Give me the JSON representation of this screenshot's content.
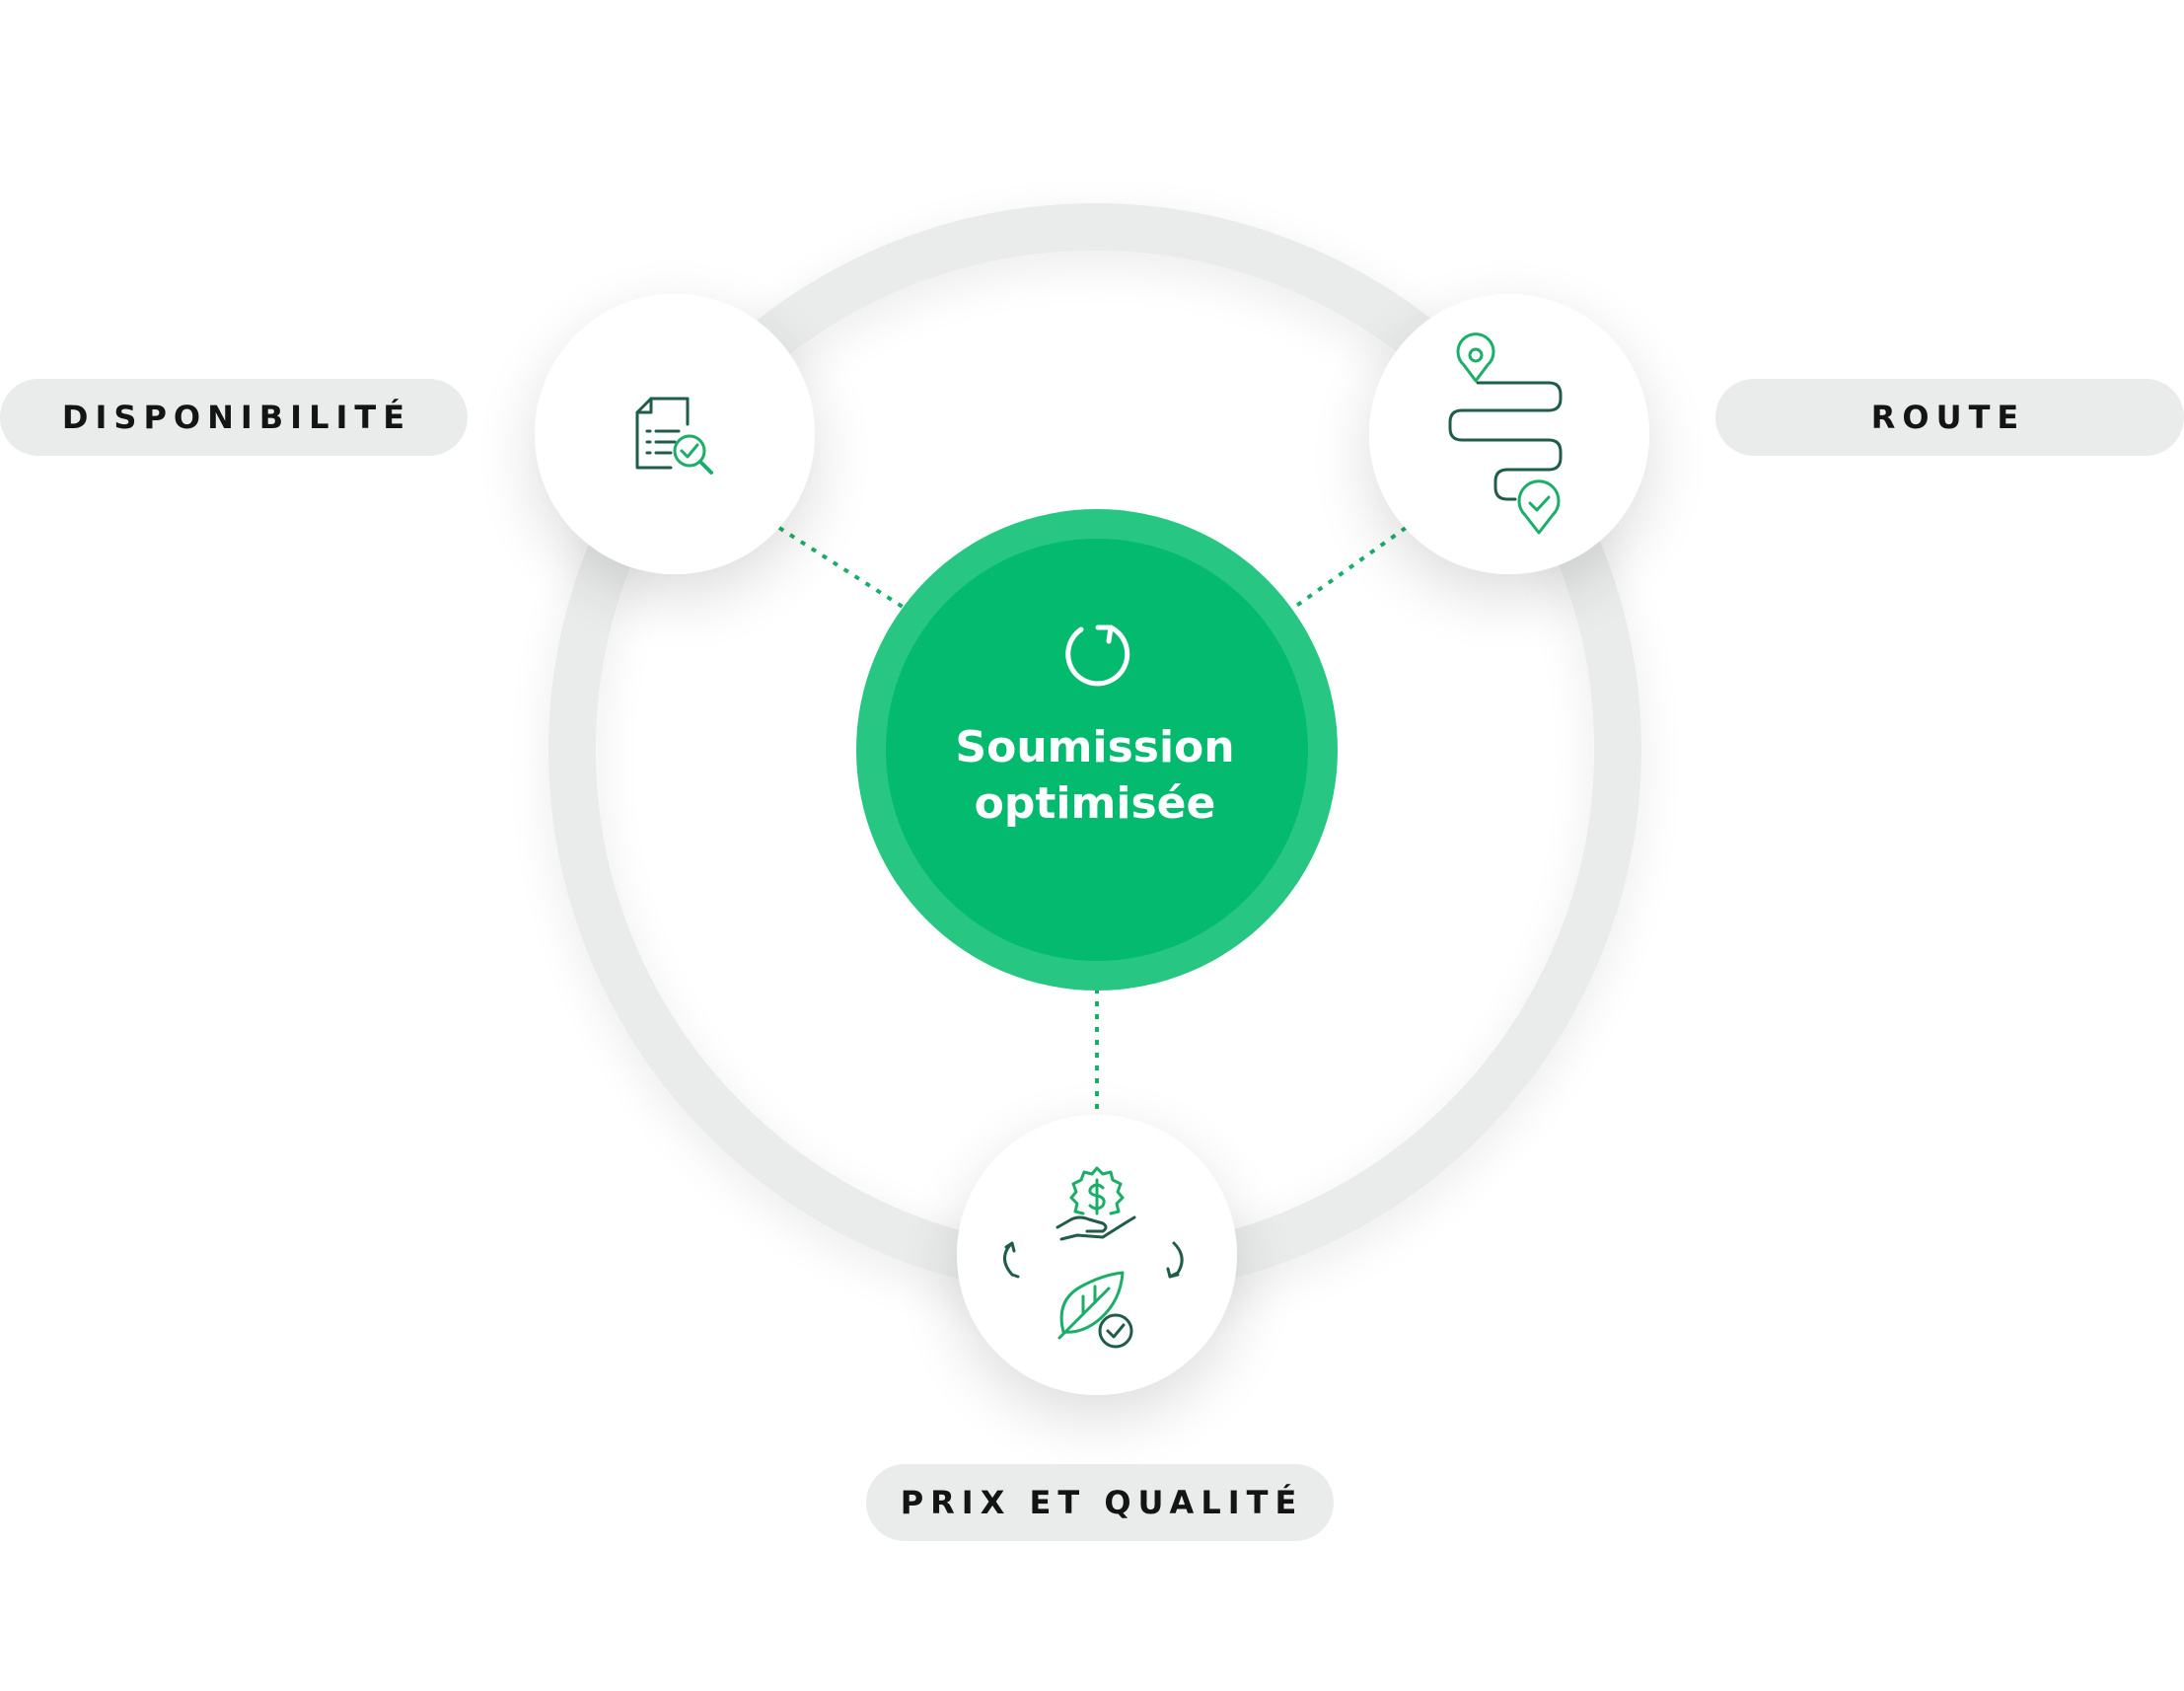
{
  "center": {
    "line1": "Soumission",
    "line2": "optimisée",
    "icon": "refresh-icon"
  },
  "nodes": [
    {
      "id": "disponibilite",
      "label": "DISPONIBILITÉ",
      "icon": "document-search-check-icon"
    },
    {
      "id": "route",
      "label": "ROUTE",
      "icon": "route-path-icon"
    },
    {
      "id": "prix",
      "label": "PRIX ET QUALITÉ",
      "icon": "price-quality-cycle-icon"
    }
  ],
  "colors": {
    "accent": "#04BA6E",
    "accent_ring": "#27C783",
    "icon_green": "#1AAE69",
    "icon_dark": "#1F5D48",
    "track": "#E9ECEB",
    "pill_bg": "#E9ECEB",
    "text_dark": "#141414"
  }
}
